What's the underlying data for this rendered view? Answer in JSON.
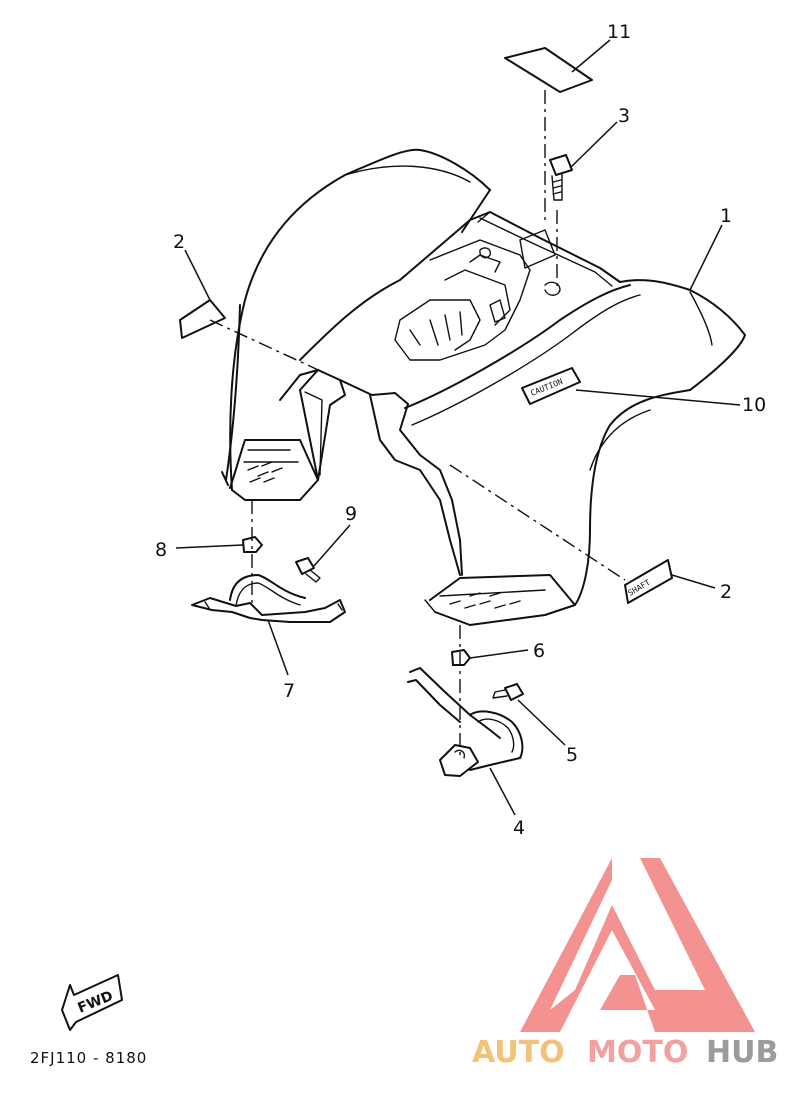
{
  "diagram": {
    "drawing_code": "2FJ110 - 8180",
    "fwd_label": "FWD",
    "decal_text_upper": "CAUTION",
    "decal_text_lower": "SHAFT",
    "callouts": [
      "1",
      "2",
      "2",
      "3",
      "4",
      "5",
      "6",
      "7",
      "8",
      "9",
      "10",
      "11"
    ]
  },
  "watermark": {
    "part1": "AUTO",
    "part2": "MOTO",
    "part3": "HUB",
    "colors": {
      "auto": "#f3c27a",
      "moto": "#f2a0a0",
      "hub": "#9b9b9b",
      "logo": "#f06c6c"
    }
  }
}
